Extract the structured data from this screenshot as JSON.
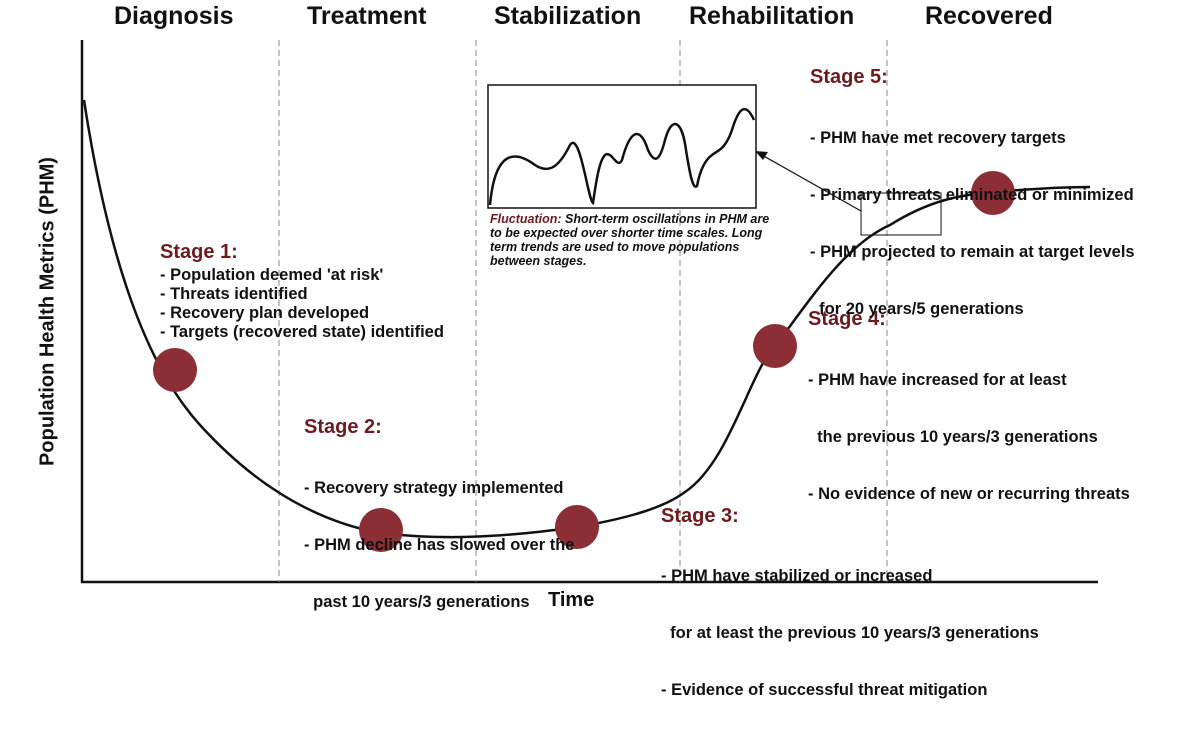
{
  "phases": [
    "Diagnosis",
    "Treatment",
    "Stabilization",
    "Rehabilitation",
    "Recovered"
  ],
  "axes": {
    "y_label": "Population Health Metrics (PHM)",
    "x_label": "Time"
  },
  "stages": [
    {
      "title": "Stage 1:",
      "bullets": [
        "- Population deemed 'at risk'",
        "- Threats identified",
        "- Recovery plan developed",
        "- Targets (recovered state) identified"
      ]
    },
    {
      "title": "Stage 2:",
      "bullets": [
        "- Recovery strategy implemented",
        "- PHM decline has slowed over the",
        "  past 10 years/3 generations"
      ]
    },
    {
      "title": "Stage 3:",
      "bullets": [
        "- PHM have stabilized or increased",
        "  for at least the previous 10 years/3 generations",
        "- Evidence of successful threat mitigation"
      ]
    },
    {
      "title": "Stage 4:",
      "bullets": [
        "- PHM have increased for at least",
        "  the previous 10 years/3 generations",
        "- No evidence of new or recurring threats"
      ]
    },
    {
      "title": "Stage 5:",
      "bullets": [
        "- PHM have met recovery targets",
        "- Primary threats eliminated or minimized",
        "- PHM projected to remain at target levels",
        "  for 20 years/5 generations"
      ]
    }
  ],
  "fluctuation": {
    "term": "Fluctuation:",
    "text": " Short-term oscillations in PHM are to be expected over shorter time scales. Long term trends are used to move populations between stages."
  },
  "colors": {
    "marker": "#8b2e36",
    "stage_title": "#6e1a1f",
    "curve": "#111111",
    "divider": "#888888"
  }
}
